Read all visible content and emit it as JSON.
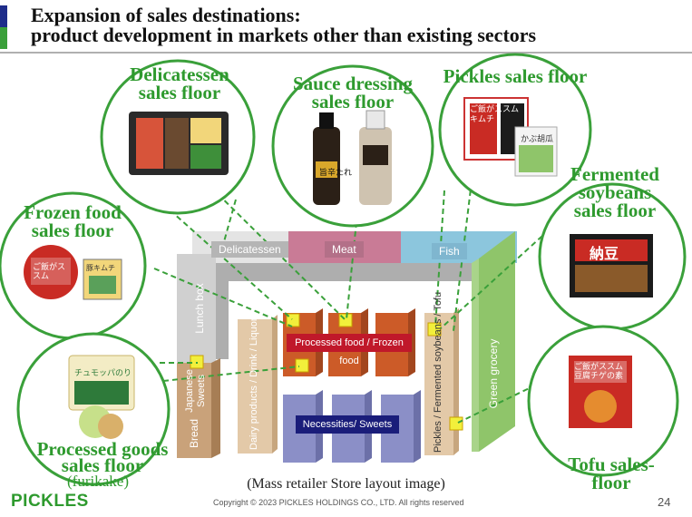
{
  "title": {
    "line1": "Expansion of sales destinations:",
    "line2": "product development in markets other than existing sectors"
  },
  "sales_floors": {
    "delicatessen": "Delicatessen sales floor",
    "sauce": "Sauce dressing sales floor",
    "pickles": "Pickles sales floor",
    "fermented": "Fermented soybeans sales floor",
    "frozen": "Frozen food sales floor",
    "processed": "Processed goods sales floor",
    "processed_sub": "(furikake)",
    "tofu": "Tofu sales-floor"
  },
  "store_layout": {
    "delicatessen": "Delicatessen",
    "meat": "Meat",
    "fish": "Fish",
    "lunch_box": "Lunch box",
    "japanese_sweets": "Japanese Sweets",
    "bread": "Bread",
    "dairy": "Dairy products / Drink / Liquor",
    "processed_frozen": "Processed food / Frozen food",
    "necessities": "Necessities/ Sweets",
    "pickles_tofu": "Pickles / Fermented soybeans / Tofu",
    "green_grocery": "Green grocery",
    "caption": "(Mass retailer Store layout image)"
  },
  "product_text": {
    "sauce_label": "旨辛たれ",
    "pickles_pack": "ご飯がススムキムチ",
    "pickles_pack2": "かぶ胡瓜",
    "natto": "納豆",
    "frozen_pack": "ご飯がススム",
    "frozen_pack2": "豚キムチ",
    "furikake_pack": "チュモッパのり",
    "tofu_pack": "ご飯がススム豆腐チゲの素"
  },
  "footer": {
    "logo": "PICKLES",
    "copyright": "Copyright © 2023 PICKLES HOLDINGS CO., LTD. All rights reserved",
    "page": "24"
  },
  "colors": {
    "accent_green": "#2e9a2e",
    "title_navy": "#1e2d8a"
  }
}
